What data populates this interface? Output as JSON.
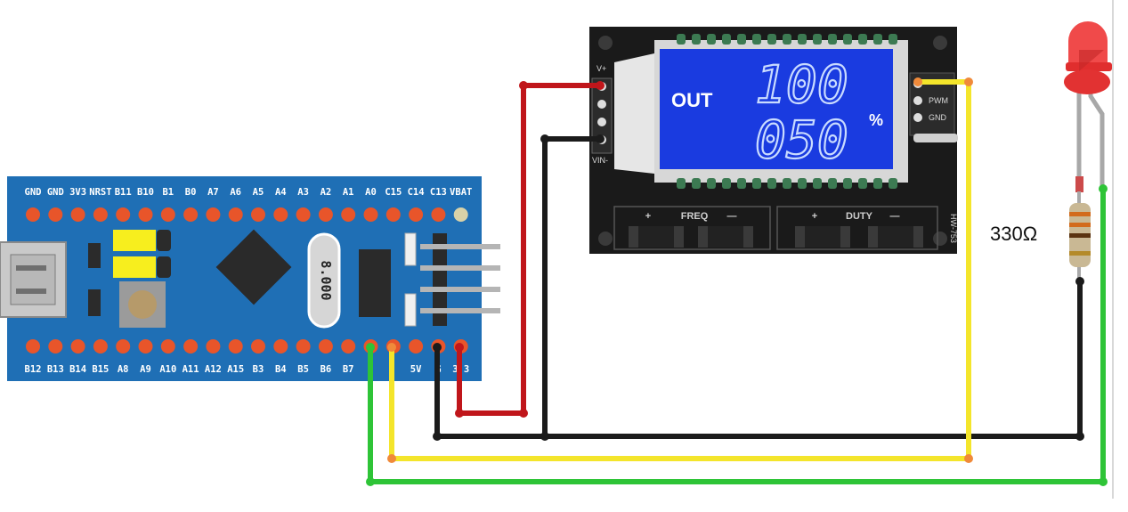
{
  "bluepill": {
    "top_pins": [
      "GND",
      "GND",
      "3V3",
      "NRST",
      "B11",
      "B10",
      "B1",
      "B0",
      "A7",
      "A6",
      "A5",
      "A4",
      "A3",
      "A2",
      "A1",
      "A0",
      "C15",
      "C14",
      "C13",
      "VBAT"
    ],
    "bottom_pins": [
      "B12",
      "B13",
      "B14",
      "B15",
      "A8",
      "A9",
      "A10",
      "A11",
      "A12",
      "A15",
      "B3",
      "B4",
      "B5",
      "B6",
      "B7",
      "",
      "",
      "5V",
      "G",
      "3.3"
    ],
    "crystal_label": "8.000",
    "board_color": "#1f6fb5",
    "pin_color": "#e8552a"
  },
  "pwm_module": {
    "lcd": {
      "out_label": "OUT",
      "freq_value": "100",
      "duty_value": "050",
      "duty_unit": "%",
      "lcd_color": "#1a3be0"
    },
    "pins_left": [
      "V+",
      "",
      "",
      "VIN-"
    ],
    "pins_right": [
      "PWM",
      "GND"
    ],
    "buttons": {
      "freq_label": "FREQ",
      "duty_label": "DUTY",
      "plus": "+",
      "minus": "—"
    },
    "model": "HW-753"
  },
  "resistor": {
    "label": "330Ω"
  },
  "led": {
    "color": "red"
  },
  "wires": {
    "red": "#c0161b",
    "black": "#1b1b1b",
    "yellow": "#f4e52b",
    "green": "#2ec437"
  }
}
